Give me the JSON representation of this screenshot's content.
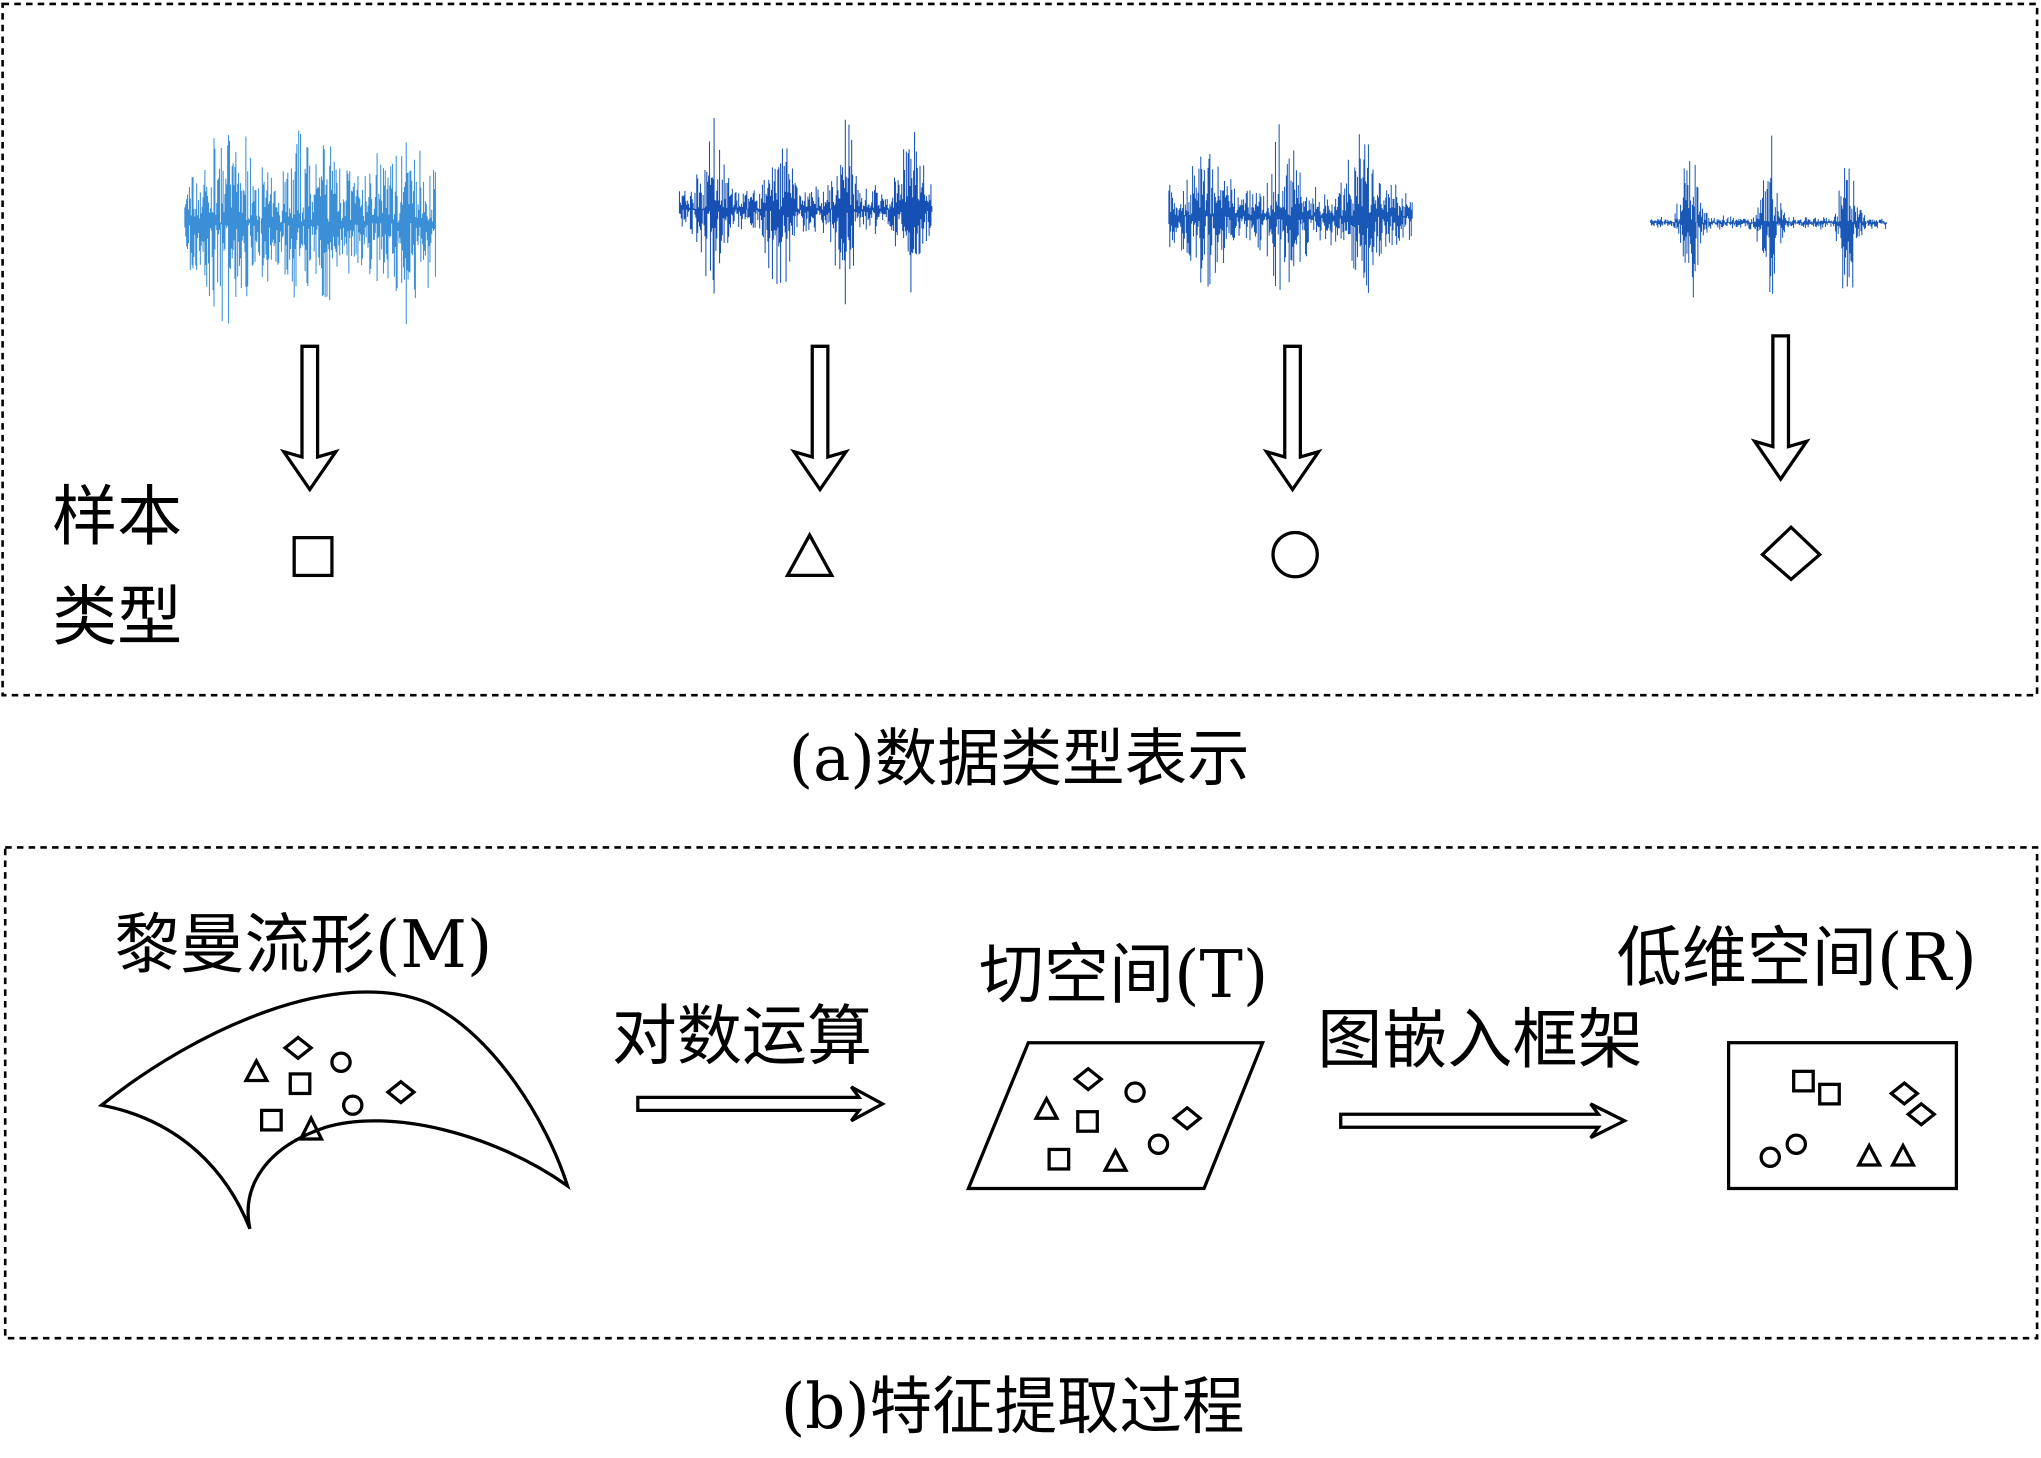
{
  "panel_a": {
    "sample_type_label_line1": "样本",
    "sample_type_label_line2": "类型",
    "caption": "(a)数据类型表示",
    "samples": [
      {
        "symbol": "square"
      },
      {
        "symbol": "triangle"
      },
      {
        "symbol": "circle"
      },
      {
        "symbol": "diamond"
      }
    ],
    "waveform_colors": [
      "#3a8fd6",
      "#1650b4",
      "#1a58b8",
      "#1a58b8"
    ]
  },
  "panel_b": {
    "manifold_label": "黎曼流形(M)",
    "log_op_label": "对数运算",
    "tangent_label": "切空间(T)",
    "embed_label": "图嵌入框架",
    "lowdim_label": "低维空间(R)",
    "caption": "(b)特征提取过程"
  }
}
